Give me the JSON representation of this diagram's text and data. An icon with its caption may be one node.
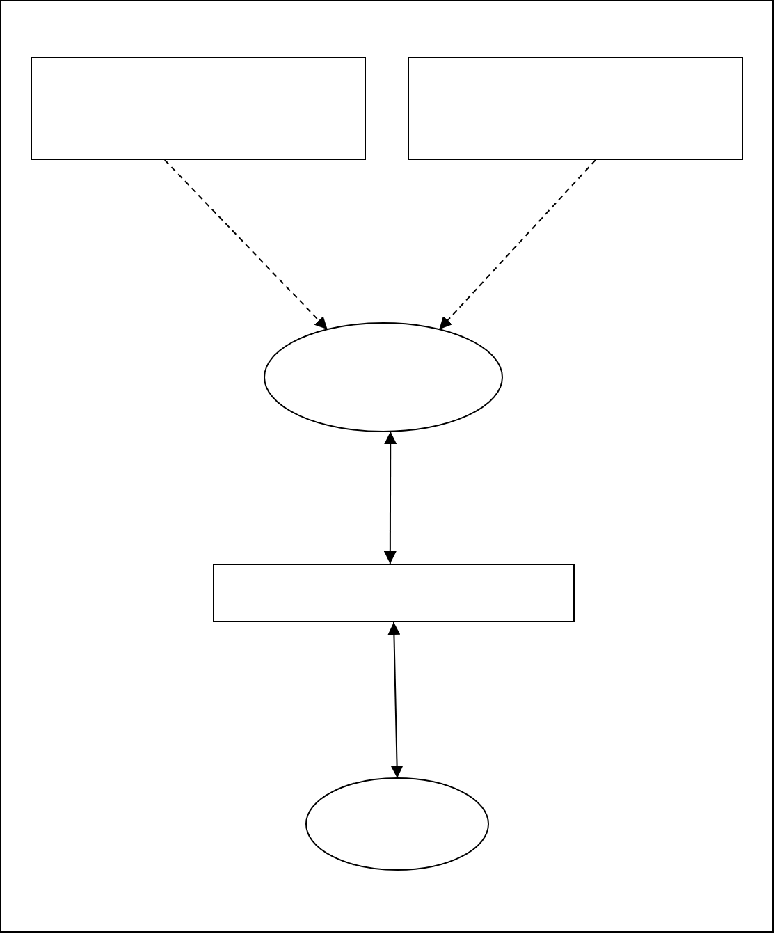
{
  "diagram": {
    "nodes": [
      {
        "text": [],
        "shape": "box"
      },
      {
        "text": [],
        "shape": "box"
      },
      {
        "text": [],
        "shape": "ellipse"
      },
      {
        "text": [],
        "shape": "box"
      },
      {
        "text": [],
        "shape": "ellipse"
      }
    ],
    "edges": [
      {
        "from": 0,
        "to": 2,
        "arrow": "to",
        "style": "dashed"
      },
      {
        "from": 1,
        "to": 2,
        "arrow": "to",
        "style": "dashed"
      },
      {
        "from": 2,
        "to": 3,
        "arrow": "both"
      },
      {
        "from": 3,
        "to": 4,
        "arrow": "both"
      }
    ]
  }
}
